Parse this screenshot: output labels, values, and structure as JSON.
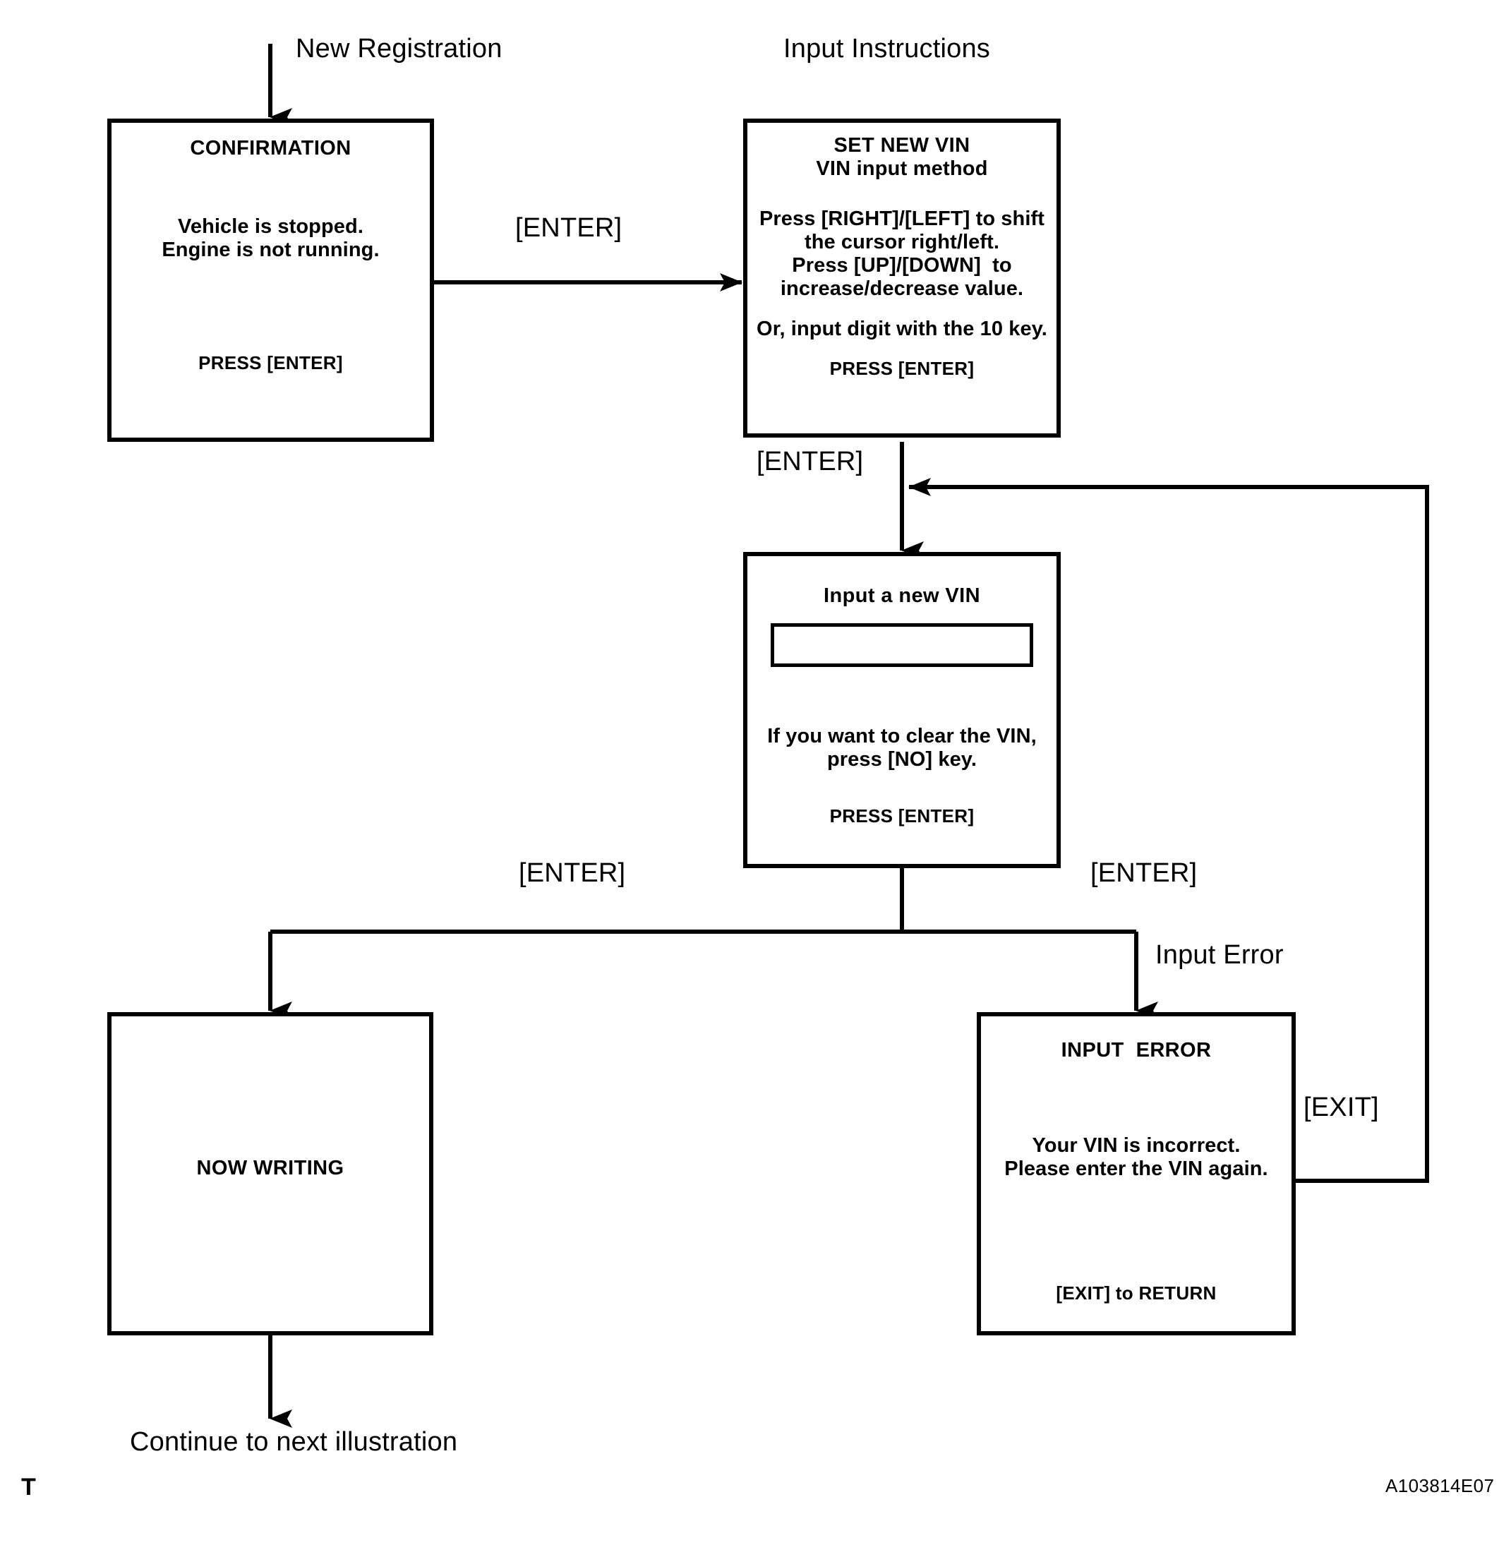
{
  "diagram": {
    "title_labels": {
      "new_registration": "New Registration",
      "input_instructions": "Input Instructions"
    },
    "edge_labels": {
      "enter_1": "[ENTER]",
      "enter_2": "[ENTER]",
      "enter_left": "[ENTER]",
      "enter_right": "[ENTER]",
      "input_error": "Input Error",
      "exit": "[EXIT]"
    },
    "terminal_label": "Continue to next illustration",
    "corner_mark": "T",
    "reference_code": "A103814E07",
    "ink_color": "#000000",
    "background_color": "#ffffff"
  },
  "screens": {
    "confirmation": {
      "title": "CONFIRMATION",
      "body_line_1": "Vehicle is stopped.",
      "body_line_2": "Engine is not running.",
      "footer": "PRESS [ENTER]"
    },
    "set_new_vin": {
      "title": "SET NEW VIN",
      "subtitle": "VIN input method",
      "body_line_1": "Press [RIGHT]/[LEFT] to shift",
      "body_line_2": "the cursor right/left.",
      "body_line_3": "Press [UP]/[DOWN]  to",
      "body_line_4": "increase/decrease value.",
      "body_line_5": "Or, input digit with the 10 key.",
      "footer": "PRESS [ENTER]"
    },
    "input_a_new_vin": {
      "title": "Input a new VIN",
      "field_value": "",
      "body_line_1": "If you want to clear the VIN,",
      "body_line_2": "press [NO] key.",
      "footer": "PRESS [ENTER]"
    },
    "now_writing": {
      "title": "NOW WRITING"
    },
    "input_error": {
      "title": "INPUT  ERROR",
      "body_line_1": "Your VIN is incorrect.",
      "body_line_2": "Please enter the VIN again.",
      "footer": "[EXIT] to RETURN"
    }
  }
}
